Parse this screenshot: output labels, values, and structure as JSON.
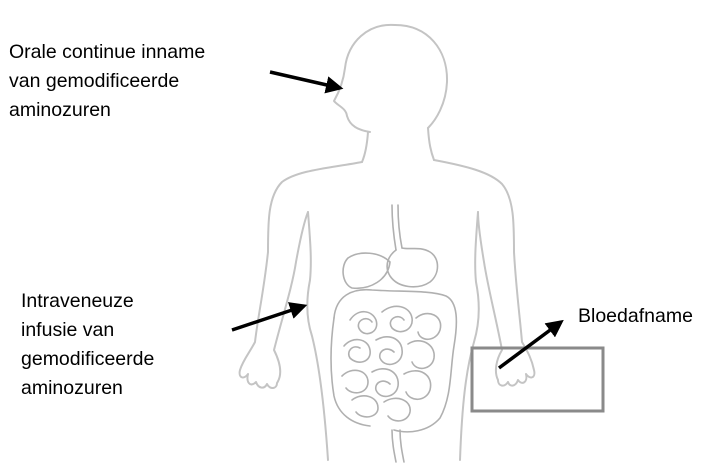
{
  "labels": {
    "oral": {
      "lines": [
        "Orale continue inname",
        "van gemodificeerde",
        "aminozuren"
      ]
    },
    "iv": {
      "lines": [
        "Intraveneuze",
        "infusie van",
        "gemodificeerde",
        "aminozuren"
      ]
    },
    "blood": {
      "lines": [
        "Bloedafname"
      ]
    }
  },
  "colors": {
    "outline": "#c4c4c4",
    "organs": "#b0b0b0",
    "arrow": "#000000",
    "box": "#8a8a8a",
    "text": "#000000"
  },
  "icons": {
    "figure": "human-body-outline",
    "organs": "digestive-system",
    "arrows": "arrow-right"
  }
}
